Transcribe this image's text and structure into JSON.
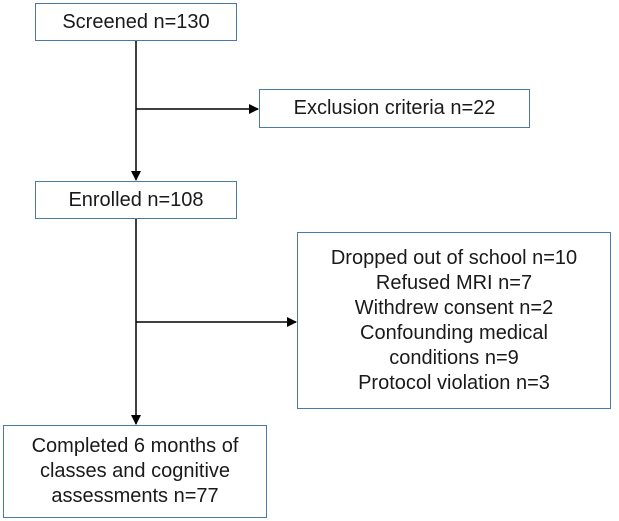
{
  "flowchart": {
    "screened": {
      "label": "Screened n=130"
    },
    "exclusion": {
      "label": "Exclusion criteria n=22"
    },
    "enrolled": {
      "label": "Enrolled n=108"
    },
    "dropped": {
      "lines": [
        "Dropped out of school n=10",
        "Refused MRI n=7",
        "Withdrew consent n=2",
        "Confounding medical",
        "conditions n=9",
        "Protocol violation n=3"
      ]
    },
    "completed": {
      "lines": [
        "Completed 6 months of",
        "classes and cognitive",
        "assessments n=77"
      ]
    }
  }
}
